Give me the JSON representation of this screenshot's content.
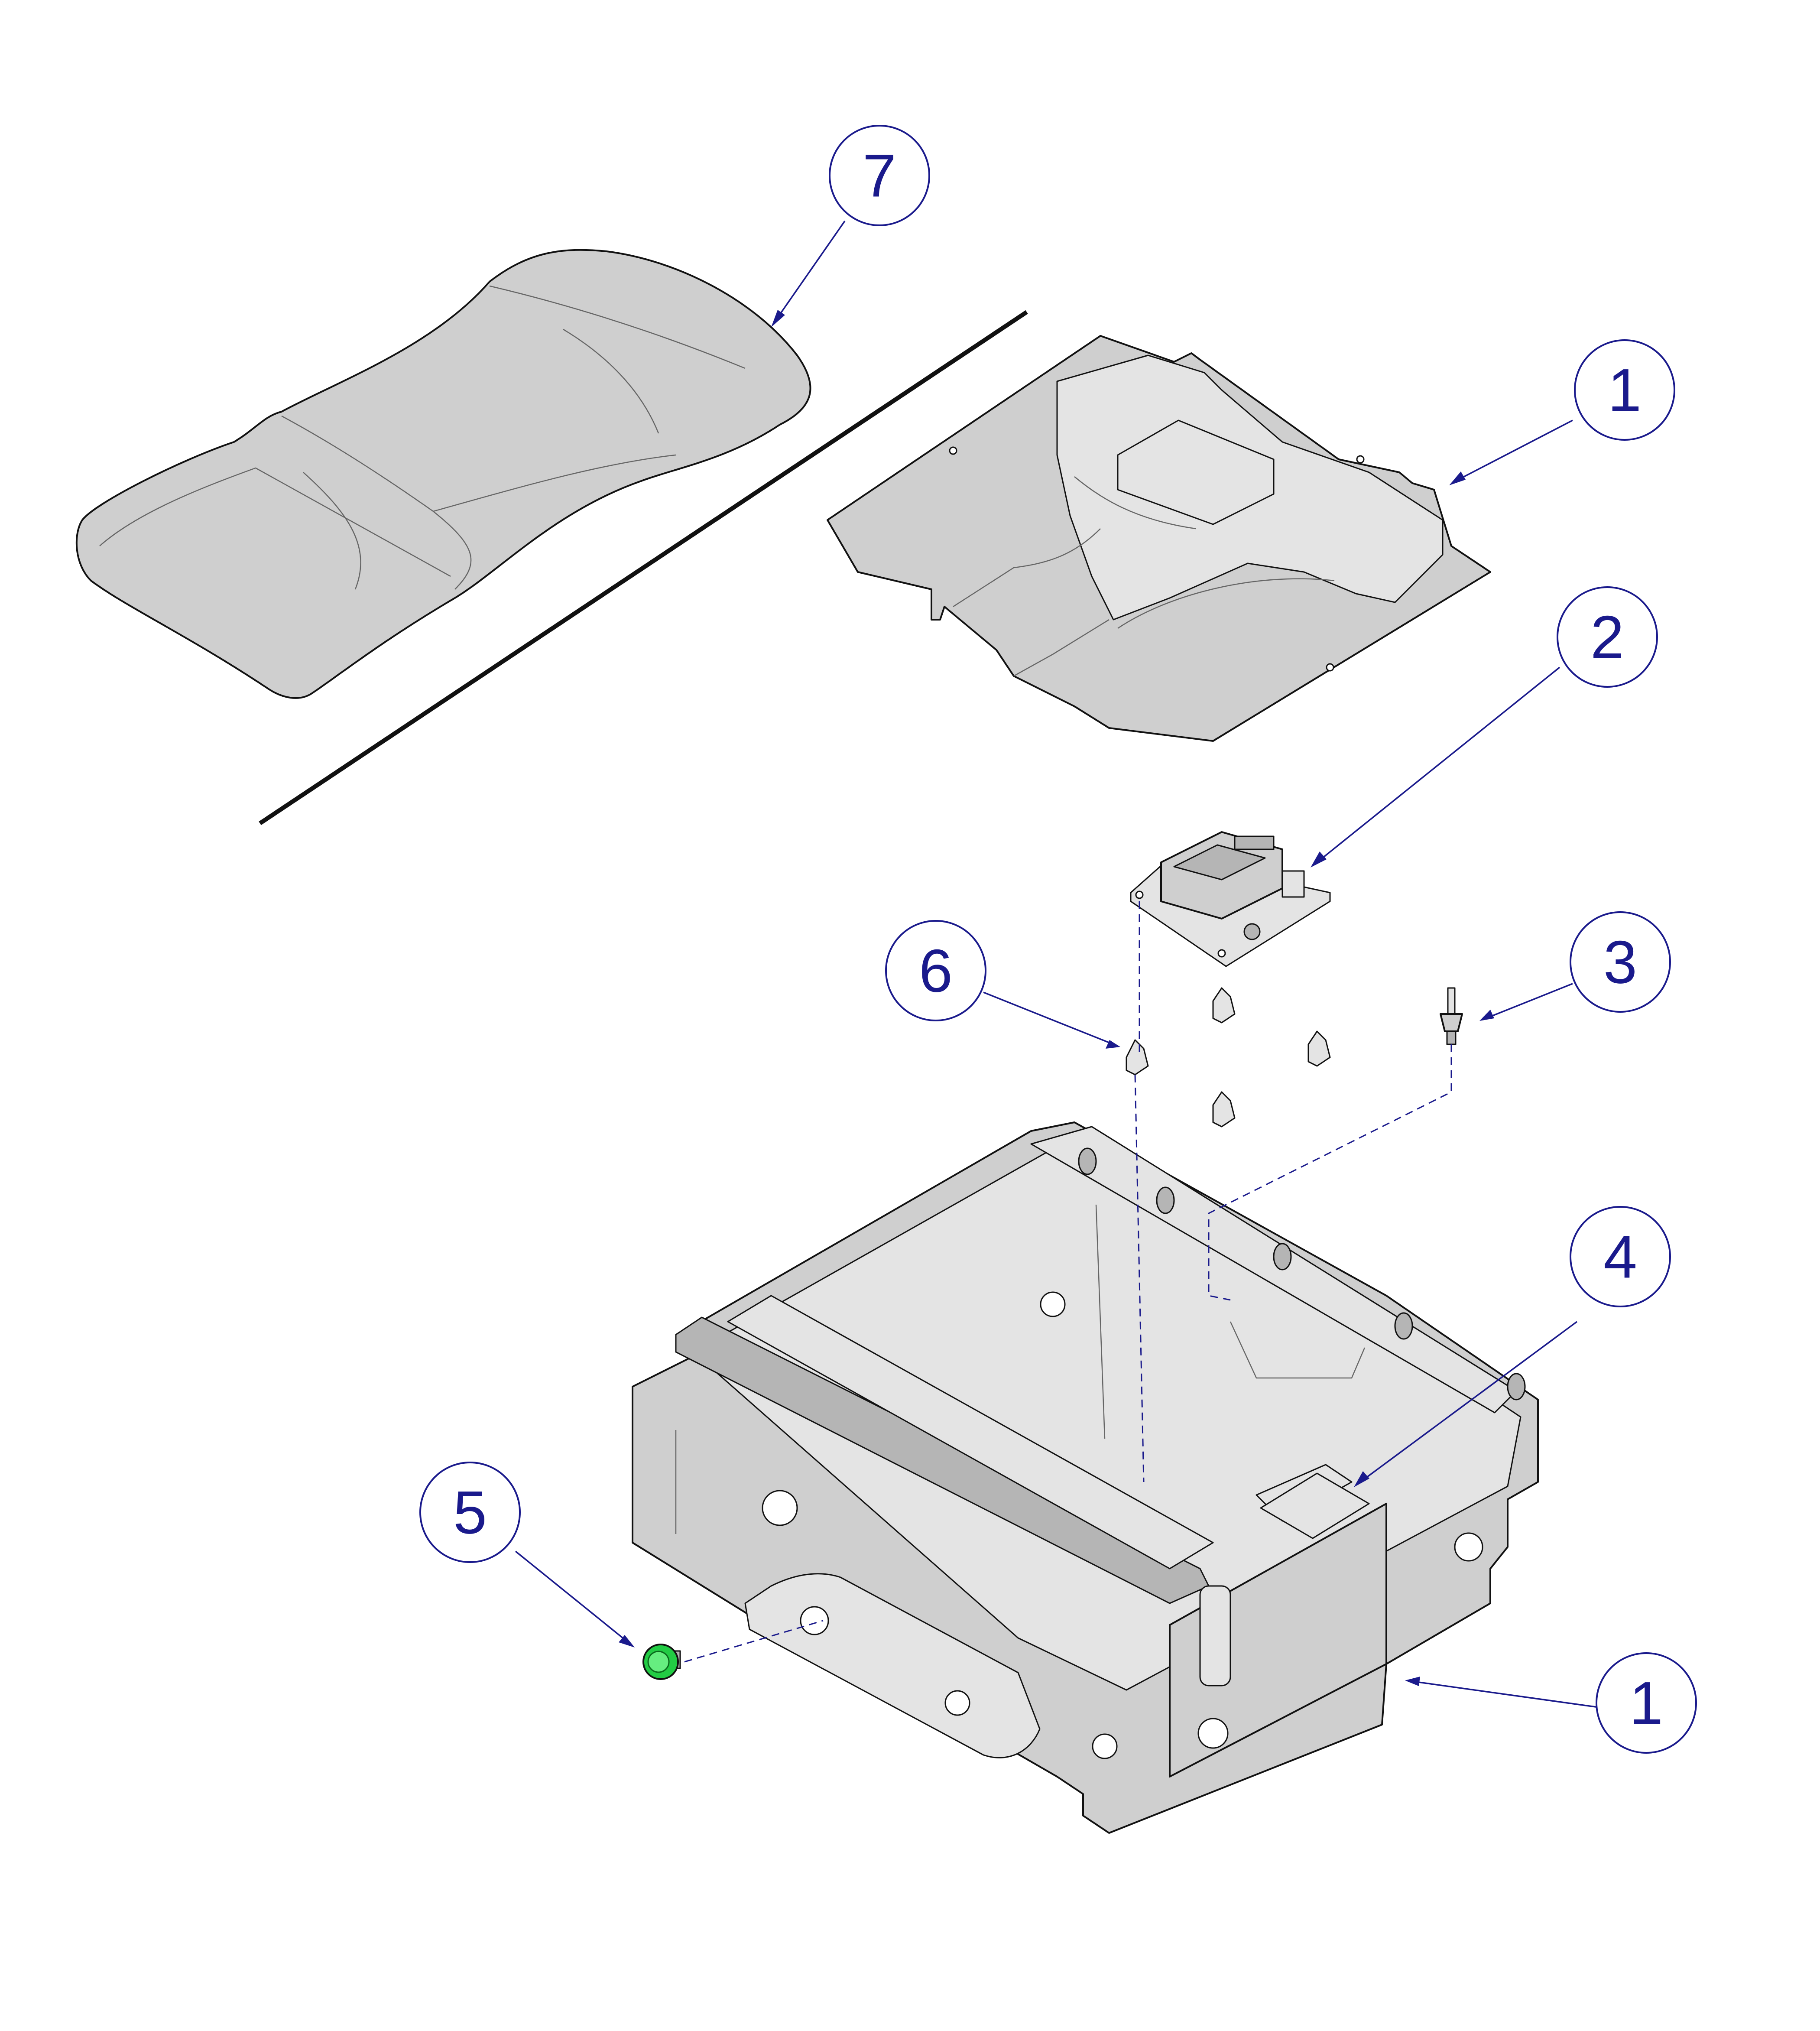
{
  "colors": {
    "callout": "#1a1a8c",
    "part_fill": "#cfcfcf",
    "outline": "#111111",
    "button_green": "#22cc44"
  },
  "callouts": [
    {
      "id": "callout-7",
      "label": "7",
      "target": "seat-cushion"
    },
    {
      "id": "callout-1-top",
      "label": "1",
      "target": "top-cover-pan"
    },
    {
      "id": "callout-2",
      "label": "2",
      "target": "circuit-board"
    },
    {
      "id": "callout-3",
      "label": "3",
      "target": "standoff-fastener"
    },
    {
      "id": "callout-6",
      "label": "6",
      "target": "board-support-clip"
    },
    {
      "id": "callout-4",
      "label": "4",
      "target": "label-plate"
    },
    {
      "id": "callout-5",
      "label": "5",
      "target": "push-button"
    },
    {
      "id": "callout-1-bottom",
      "label": "1",
      "target": "base-frame"
    }
  ]
}
